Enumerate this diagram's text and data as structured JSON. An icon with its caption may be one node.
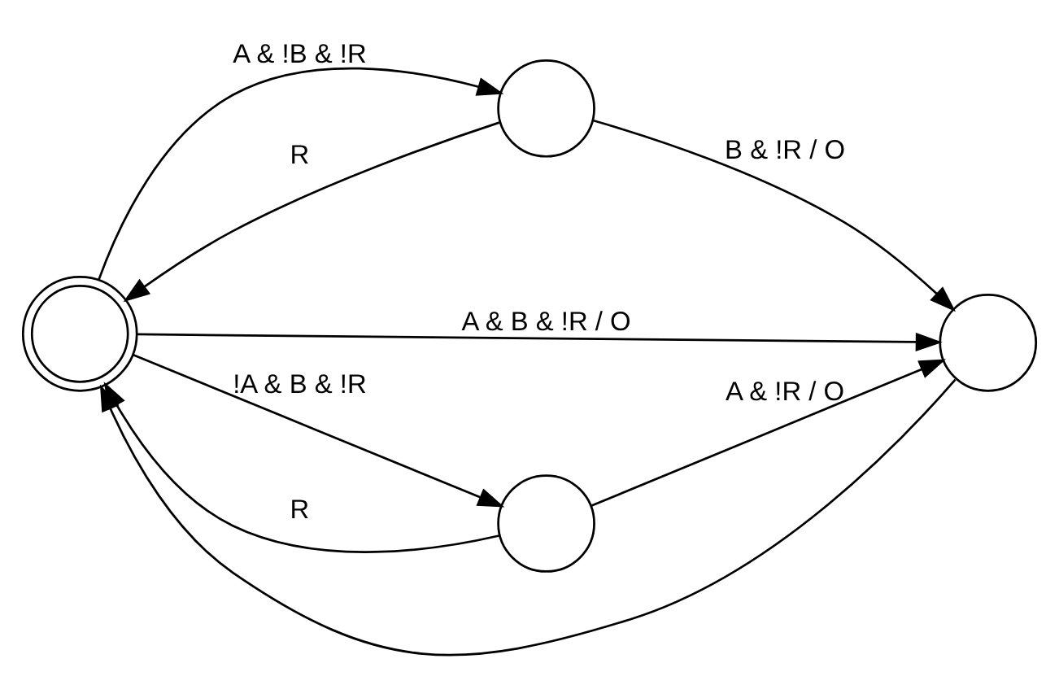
{
  "diagram": {
    "nodes": [
      {
        "text": [],
        "shape": "doublecircle"
      },
      {
        "text": [],
        "shape": "circle"
      },
      {
        "text": [],
        "shape": "circle"
      },
      {
        "text": [],
        "shape": "circle"
      }
    ],
    "edges": [
      {
        "from": 0,
        "to": 1,
        "arrow": "to",
        "label": "A & !B & !R"
      },
      {
        "from": 1,
        "to": 0,
        "arrow": "to",
        "label": "R"
      },
      {
        "from": 1,
        "to": 2,
        "arrow": "to",
        "label": "B & !R / O"
      },
      {
        "from": 0,
        "to": 2,
        "arrow": "to",
        "label": "A & B & !R / O"
      },
      {
        "from": 3,
        "to": 0,
        "arrow": "to",
        "label": "R"
      },
      {
        "from": 0,
        "to": 3,
        "arrow": "to",
        "label": "!A & B & !R"
      },
      {
        "from": 3,
        "to": 2,
        "arrow": "to",
        "label": "A & !R / O"
      },
      {
        "from": 2,
        "to": 0,
        "arrow": "to"
      }
    ]
  }
}
